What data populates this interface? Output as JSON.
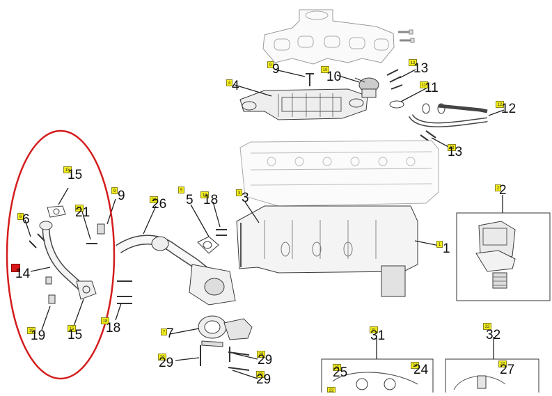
{
  "callouts": [
    {
      "id": "1",
      "tag": "1"
    },
    {
      "id": "2",
      "tag": "2"
    },
    {
      "id": "3",
      "tag": "3"
    },
    {
      "id": "4",
      "tag": "4"
    },
    {
      "id": "5",
      "tag": "5"
    },
    {
      "id": "6",
      "tag": "6"
    },
    {
      "id": "7",
      "tag": "7"
    },
    {
      "id": "9",
      "tag": "9"
    },
    {
      "id": "9b",
      "tag": "9"
    },
    {
      "id": "10",
      "tag": "10"
    },
    {
      "id": "11",
      "tag": "11"
    },
    {
      "id": "12",
      "tag": "12"
    },
    {
      "id": "13a",
      "tag": "13"
    },
    {
      "id": "13b",
      "tag": "13"
    },
    {
      "id": "14",
      "tag": "14"
    },
    {
      "id": "15a",
      "tag": "15"
    },
    {
      "id": "15b",
      "tag": "15"
    },
    {
      "id": "18a",
      "tag": "18"
    },
    {
      "id": "18b",
      "tag": "18"
    },
    {
      "id": "19",
      "tag": "19"
    },
    {
      "id": "21",
      "tag": "21"
    },
    {
      "id": "22",
      "tag": "22"
    },
    {
      "id": "24",
      "tag": "24"
    },
    {
      "id": "25",
      "tag": "25"
    },
    {
      "id": "26",
      "tag": "26"
    },
    {
      "id": "27",
      "tag": "27"
    },
    {
      "id": "29a",
      "tag": "29"
    },
    {
      "id": "29b",
      "tag": "29"
    },
    {
      "id": "29c",
      "tag": "29"
    },
    {
      "id": "31",
      "tag": "31"
    },
    {
      "id": "32",
      "tag": "32"
    }
  ],
  "labels": {
    "c1": "1",
    "c2": "2",
    "c3": "3",
    "c4": "4",
    "c5": "5",
    "c6": "6",
    "c7": "7",
    "c9": "9",
    "c9b": "9",
    "c10": "10",
    "c11": "11",
    "c12": "12",
    "c13a": "13",
    "c13b": "13",
    "c14": "14",
    "c15a": "15",
    "c15b": "15",
    "c18a": "18",
    "c18b": "18",
    "c19": "19",
    "c21": "21",
    "c22": "22",
    "c24": "24",
    "c25": "25",
    "c26": "26",
    "c27": "27",
    "c29a": "29",
    "c29b": "29",
    "c29c": "29",
    "c31": "31",
    "c32": "32"
  },
  "colors": {
    "tag_fill": "#f2ec1a",
    "highlight_ellipse": "#d41c1c",
    "line_art": "#3a3a3a"
  }
}
